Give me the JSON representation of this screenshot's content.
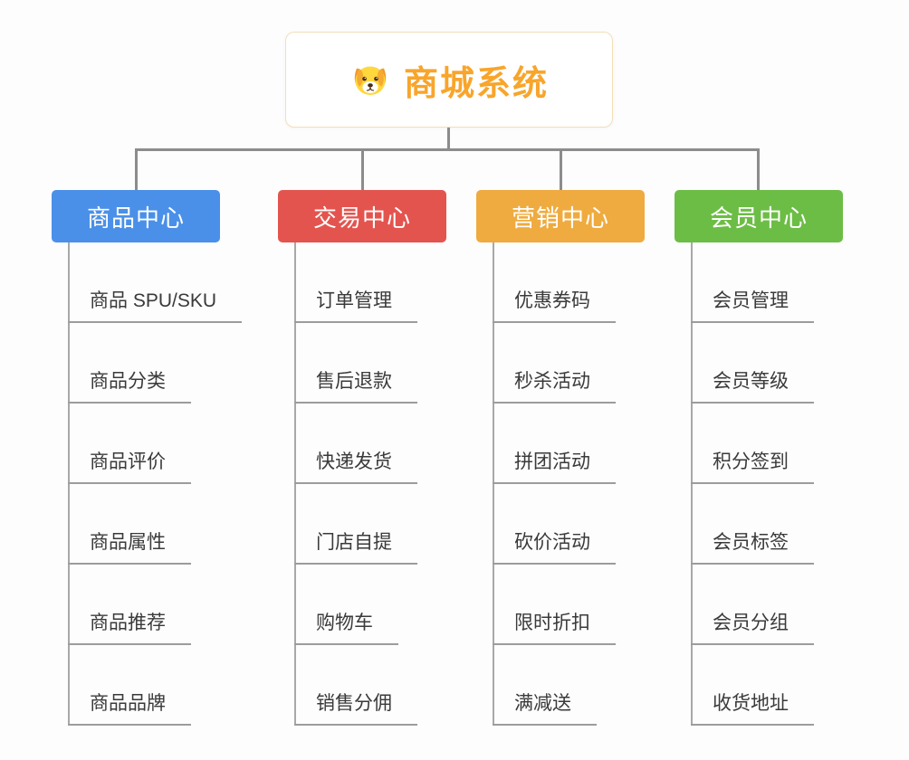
{
  "root": {
    "title": "商城系统",
    "title_color": "#f8a52b",
    "border_color": "#f3dfb9",
    "icon": "dog-face-icon"
  },
  "branches": [
    {
      "label": "商品中心",
      "color": "#4a90e8",
      "children": [
        "商品 SPU/SKU",
        "商品分类",
        "商品评价",
        "商品属性",
        "商品推荐",
        "商品品牌"
      ]
    },
    {
      "label": "交易中心",
      "color": "#e4544f",
      "children": [
        "订单管理",
        "售后退款",
        "快递发货",
        "门店自提",
        "购物车",
        "销售分佣"
      ]
    },
    {
      "label": "营销中心",
      "color": "#efab3f",
      "children": [
        "优惠券码",
        "秒杀活动",
        "拼团活动",
        "砍价活动",
        "限时折扣",
        "满减送"
      ]
    },
    {
      "label": "会员中心",
      "color": "#6cbd45",
      "children": [
        "会员管理",
        "会员等级",
        "积分签到",
        "会员标签",
        "会员分组",
        "收货地址"
      ]
    }
  ]
}
